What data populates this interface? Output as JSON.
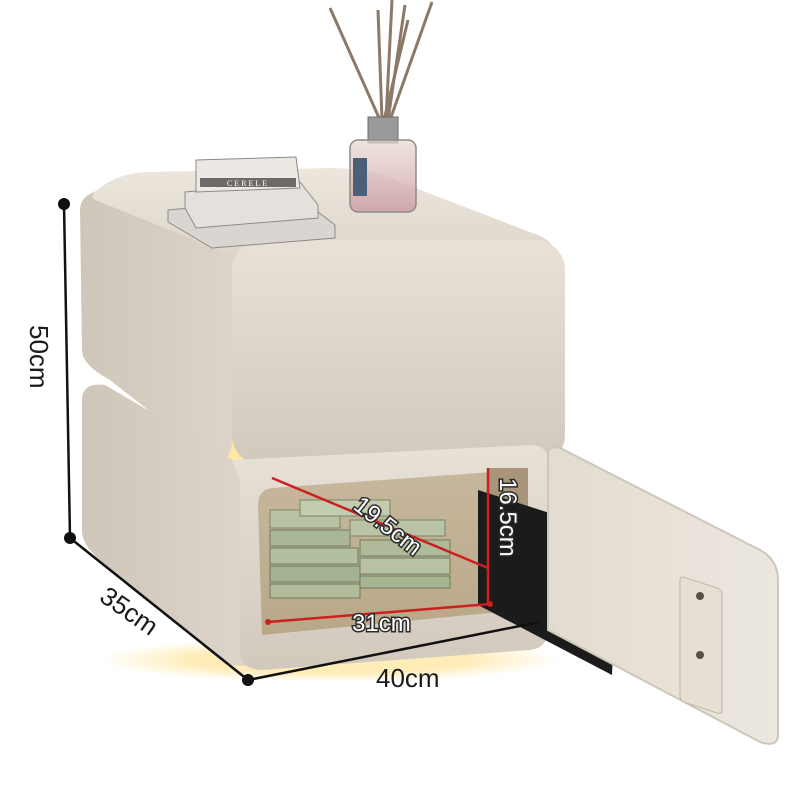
{
  "dimensions": {
    "height": "50cm",
    "depth": "35cm",
    "width": "40cm",
    "inner_width": "31cm",
    "inner_diagonal": "19.5cm",
    "inner_height": "16.5cm"
  },
  "book_label": "CERELE",
  "colors": {
    "cabinet": "#e3dcd2",
    "cabinet_shadow": "#c9c0b4",
    "glow": "#ffd76a",
    "measure_line": "#cc1f1f",
    "dimension_line": "#111111"
  }
}
